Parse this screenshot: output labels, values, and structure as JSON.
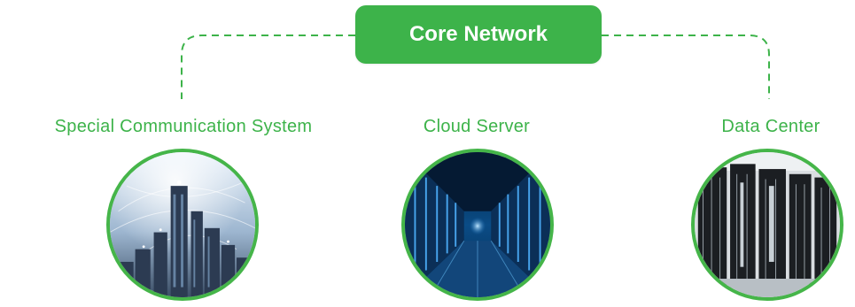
{
  "core": {
    "label": "Core Network"
  },
  "nodes": [
    {
      "label": "Special Communication System",
      "image": "city-skyline-network-image"
    },
    {
      "label": "Cloud Server",
      "image": "server-aisle-image"
    },
    {
      "label": "Data Center",
      "image": "server-racks-image"
    }
  ],
  "colors": {
    "accent": "#3db34a",
    "connector": "#3db34a"
  }
}
